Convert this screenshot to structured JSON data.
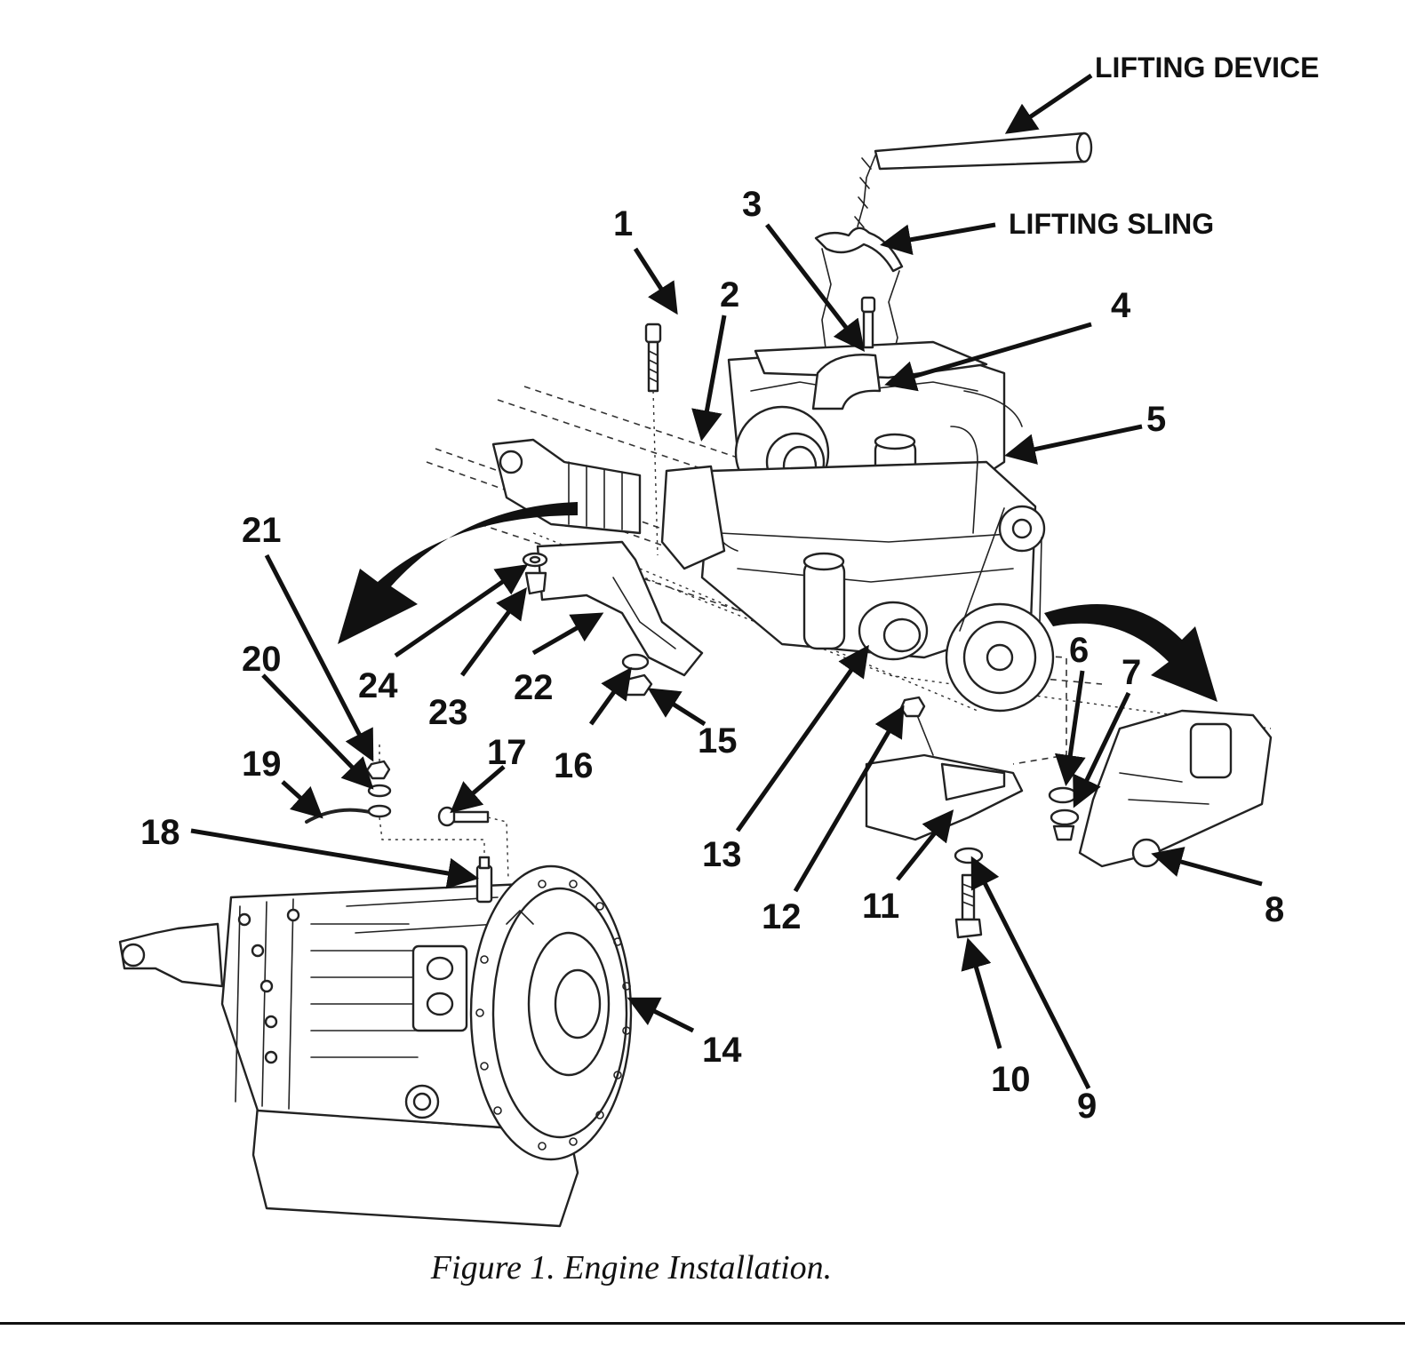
{
  "callouts": {
    "n1": "1",
    "n2": "2",
    "n3": "3",
    "n4": "4",
    "n5": "5",
    "n6": "6",
    "n7": "7",
    "n8": "8",
    "n9": "9",
    "n10": "10",
    "n11": "11",
    "n12": "12",
    "n13": "13",
    "n14": "14",
    "n15": "15",
    "n16": "16",
    "n17": "17",
    "n18": "18",
    "n19": "19",
    "n20": "20",
    "n21": "21",
    "n22": "22",
    "n23": "23",
    "n24": "24"
  },
  "labels": {
    "lifting_device": "LIFTING DEVICE",
    "lifting_sling": "LIFTING SLING"
  },
  "caption": "Figure 1.  Engine Installation."
}
